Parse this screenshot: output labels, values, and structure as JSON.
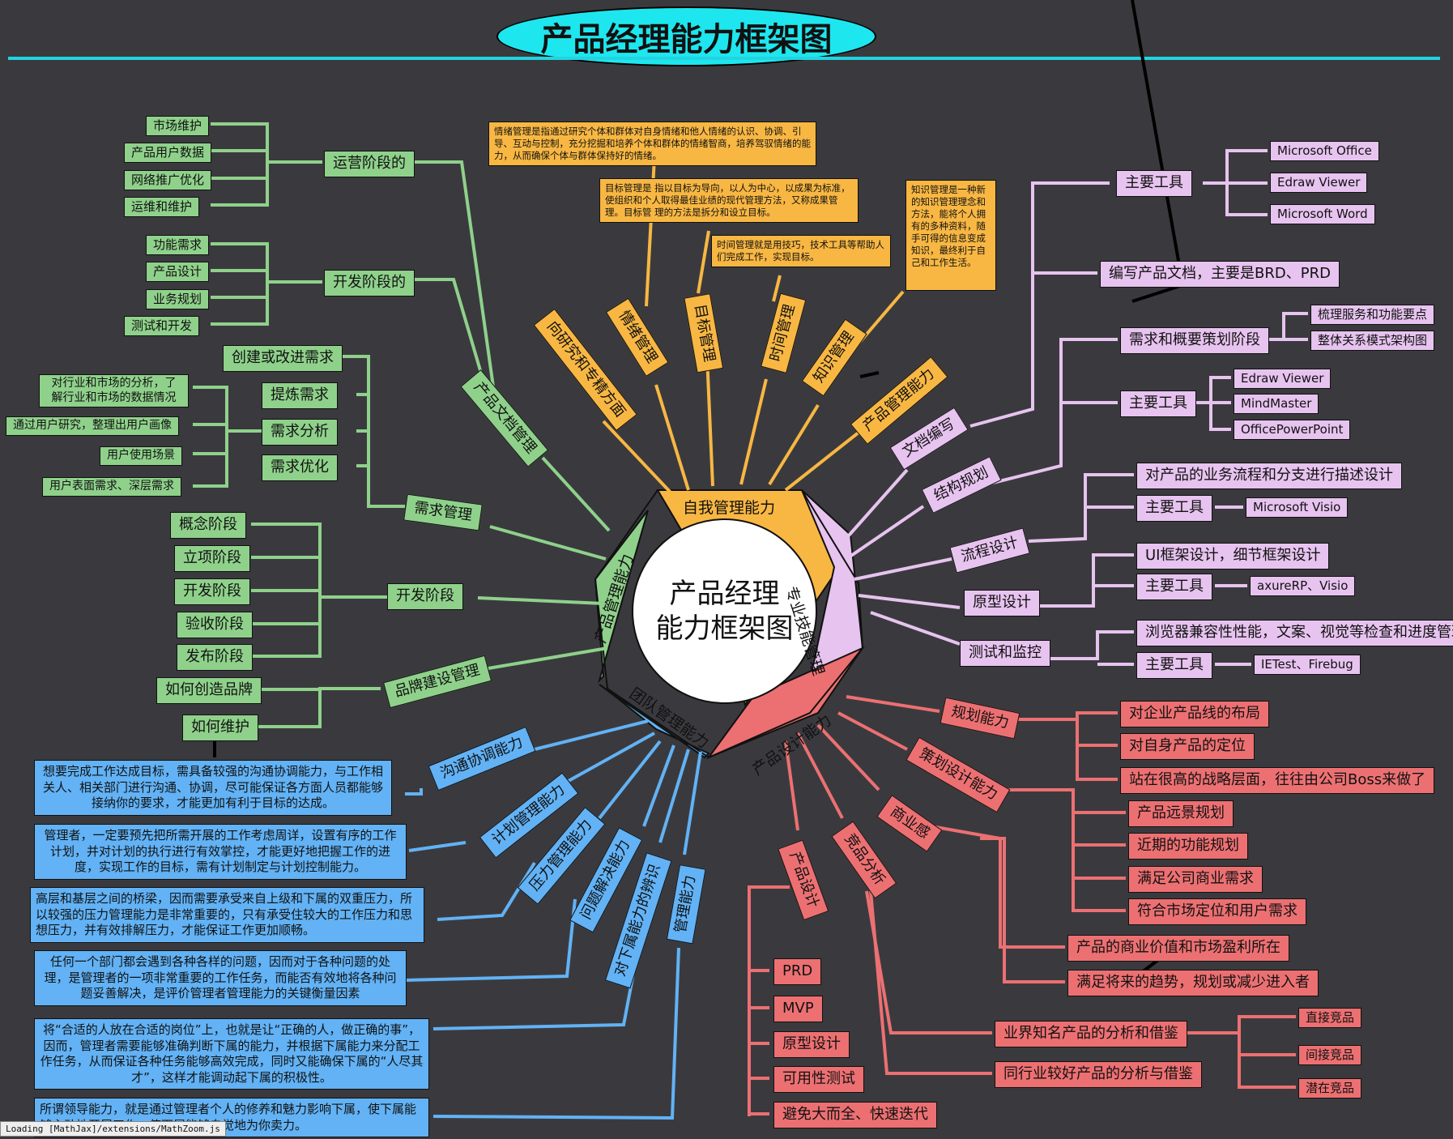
{
  "title": "产品经理能力框架图",
  "center": {
    "line1": "产品经理",
    "line2": "能力框架图"
  },
  "wedges": {
    "self": "自我管理能力",
    "skill": "专业技能管理",
    "design": "产品设计能力",
    "team": "团队管理能力",
    "product": "产品管理能力"
  },
  "self_mgmt": {
    "research": "向研究和专精方面",
    "emotion": "情绪管理",
    "goal": "目标管理",
    "time": "时间管理",
    "knowledge": "知识管理",
    "product_ability": "产品管理能力",
    "emotion_note": "情绪管理是指通过研究个体和群体对自身情绪和他人情绪的认识、协调、引导、互动与控制，充分挖掘和培养个体和群体的情绪智商，培养驾驭情绪的能力，从而确保个体与群体保持好的情绪。",
    "goal_note": "目标管理是 指以目标为导向，以人为中心，以成果为标准，使组织和个人取得最佳业绩的现代管理方法，又称成果管理。目标管 理的方法是拆分和设立目标。",
    "time_note": "时间管理就是用技巧，技术工具等帮助人们完成工作，实现目标。",
    "knowledge_note": "知识管理是一种新的知识管理理念和方法，能将个人拥有的多种资料，随手可得的信息变成知识，最终利于自己和工作生活。"
  },
  "skill_mgmt": {
    "doc": "文档编写",
    "doc_tools": "主要工具",
    "doc_tool_items": [
      "Microsoft Office",
      "Edraw Viewer",
      "Microsoft Word"
    ],
    "doc_write": "编写产品文档，主要是BRD、PRD",
    "structure": "结构规划",
    "structure_stage": "需求和概要策划阶段",
    "structure_stage_items": [
      "梳理服务和功能要点",
      "整体关系模式架构图"
    ],
    "structure_tools": "主要工具",
    "structure_tool_items": [
      "Edraw Viewer",
      "MindMaster",
      "OfficePowerPoint"
    ],
    "flow": "流程设计",
    "flow_desc": "对产品的业务流程和分支进行描述设计",
    "flow_tools": "主要工具",
    "flow_tool": "Microsoft Visio",
    "proto": "原型设计",
    "proto_desc": "UI框架设计，细节框架设计",
    "proto_tools": "主要工具",
    "proto_tool": "axureRP、Visio",
    "test": "测试和监控",
    "test_desc": "浏览器兼容性性能，文案、视觉等检查和进度管理",
    "test_tools": "主要工具",
    "test_tool": "IETest、Firebug"
  },
  "design": {
    "plan": "规划能力",
    "plan_items": [
      "对企业产品线的布局",
      "对自身产品的定位",
      "站在很高的战略层面，往往由公司Boss来做了"
    ],
    "strategy": "策划设计能力",
    "strategy_items": [
      "产品远景规划",
      "近期的功能规划",
      "满足公司商业需求",
      "符合市场定位和用户需求"
    ],
    "business": "商业感",
    "business_items": [
      "产品的商业价值和市场盈利所在",
      "满足将来的趋势，规划或减少进入者"
    ],
    "competitor": "竞品分析",
    "competitor_items": [
      "业界知名产品的分析和借鉴",
      "同行业较好产品的分析与借鉴"
    ],
    "competitor_types": [
      "直接竞品",
      "间接竞品",
      "潜在竞品"
    ],
    "product_design": "产品设计",
    "product_design_items": [
      "PRD",
      "MVP",
      "原型设计",
      "可用性测试",
      "避免大而全、快速迭代"
    ]
  },
  "team": {
    "communication": "沟通协调能力",
    "plan": "计划管理能力",
    "pressure": "压力管理能力",
    "problem": "问题解决能力",
    "judge": "对下属能力的辨识",
    "manage": "管理能力",
    "notes": [
      "想要完成工作达成目标，需具备较强的沟通协调能力，与工作相关人、相关部门进行沟通、协调，尽可能保证各方面人员都能够接纳你的要求，才能更加有利于目标的达成。",
      "管理者，一定要预先把所需开展的工作考虑周详，设置有序的工作计划，并对计划的执行进行有效掌控，才能更好地把握工作的进度，实现工作的目标，需有计划制定与计划控制能力。",
      "高层和基层之间的桥梁，因而需要承受来自上级和下属的双重压力，所以较强的压力管理能力是非常重要的，只有承受住较大的工作压力和思想压力，并有效排解压力，才能保证工作更加顺畅。",
      "任何一个部门都会遇到各种各样的问题，因而对于各种问题的处理，是管理者的一项非常重要的工作任务，而能否有效地将各种问题妥善解决，是评价管理者管理能力的关键衡量因素",
      "将“合适的人放在合适的岗位”上，也就是让“正确的人，做正确的事”，因而，管理者需要能够准确判断下属的能力，并根据下属能力来分配工作任务，从而保证各种任务能够高效完成，同时又能确保下属的“人尽其才”，这样才能调动起下属的积极性。",
      "所谓领导能力，就是通过管理者个人的修养和魅力影响下属，使下属能够主动地开展工作，使下属能够自觉地为你卖力。"
    ]
  },
  "product_mgmt": {
    "doc_mgmt": "产品文档管理",
    "ops": "运营阶段的",
    "ops_items": [
      "市场维护",
      "产品用户数据",
      "网络推广优化",
      "运维和维护"
    ],
    "dev_stage": "开发阶段的",
    "dev_stage_items": [
      "功能需求",
      "产品设计",
      "业务规划",
      "测试和开发"
    ],
    "req": "需求管理",
    "req_items": [
      "创建或改进需求",
      "提炼需求",
      "需求分析",
      "需求优化"
    ],
    "req_analysis_items": [
      "对行业和市场的分析，了解行业和市场的数据情况",
      "通过用户研究，整理出用户画像",
      "用户使用场景",
      "用户表面需求、深层需求"
    ],
    "dev": "开发阶段",
    "dev_items": [
      "概念阶段",
      "立项阶段",
      "开发阶段",
      "验收阶段",
      "发布阶段"
    ],
    "brand": "品牌建设管理",
    "brand_items": [
      "如何创造品牌",
      "如何维护"
    ]
  },
  "status_bar": "Loading [MathJax]/extensions/MathZoom.js",
  "colors": {
    "green": "#8fd18b",
    "orange": "#f8b743",
    "purple": "#e7c3ef",
    "red": "#ec7072",
    "blue": "#62b2f5",
    "background": "#3a3a3e",
    "title": "#1ee6ee"
  }
}
